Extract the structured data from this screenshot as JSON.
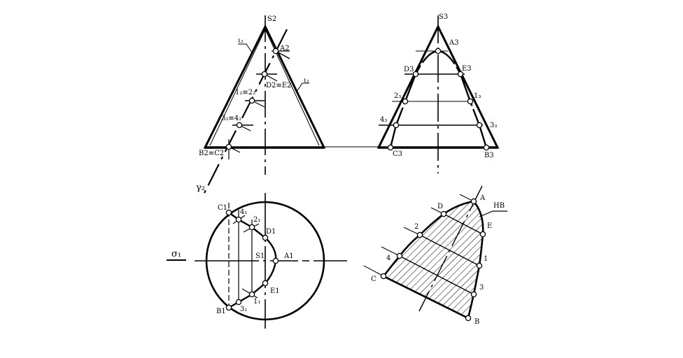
{
  "front_view": {
    "apex": "S2",
    "labels": {
      "a": "A2",
      "de": "D2≡E2",
      "twelve": "1₂≡2₂",
      "thirtyfour": "3₂≡4₂",
      "bc": "B2≡C2",
      "gamma": "γ₂",
      "tick_left": "ι₂",
      "tick_right": "ι₂"
    }
  },
  "side_view": {
    "apex": "S3",
    "labels": {
      "a": "A3",
      "d": "D3",
      "e": "E3",
      "two": "2₃",
      "one": "1₃",
      "four": "4₃",
      "three": "3₃",
      "c": "C3",
      "b": "B3"
    }
  },
  "top_view": {
    "sigma": "σ₁",
    "labels": {
      "c": "C1",
      "four": "4₁",
      "two": "2₁",
      "d": "D1",
      "s": "S1",
      "a": "A1",
      "e": "E1",
      "one": "1₁",
      "three": "3₁",
      "b": "B1"
    }
  },
  "true_shape": {
    "labels": {
      "a": "A",
      "hb": "HB",
      "d": "D",
      "e": "E",
      "two": "2",
      "four": "4",
      "one": "1",
      "c": "C",
      "three": "3",
      "b": "B"
    }
  }
}
